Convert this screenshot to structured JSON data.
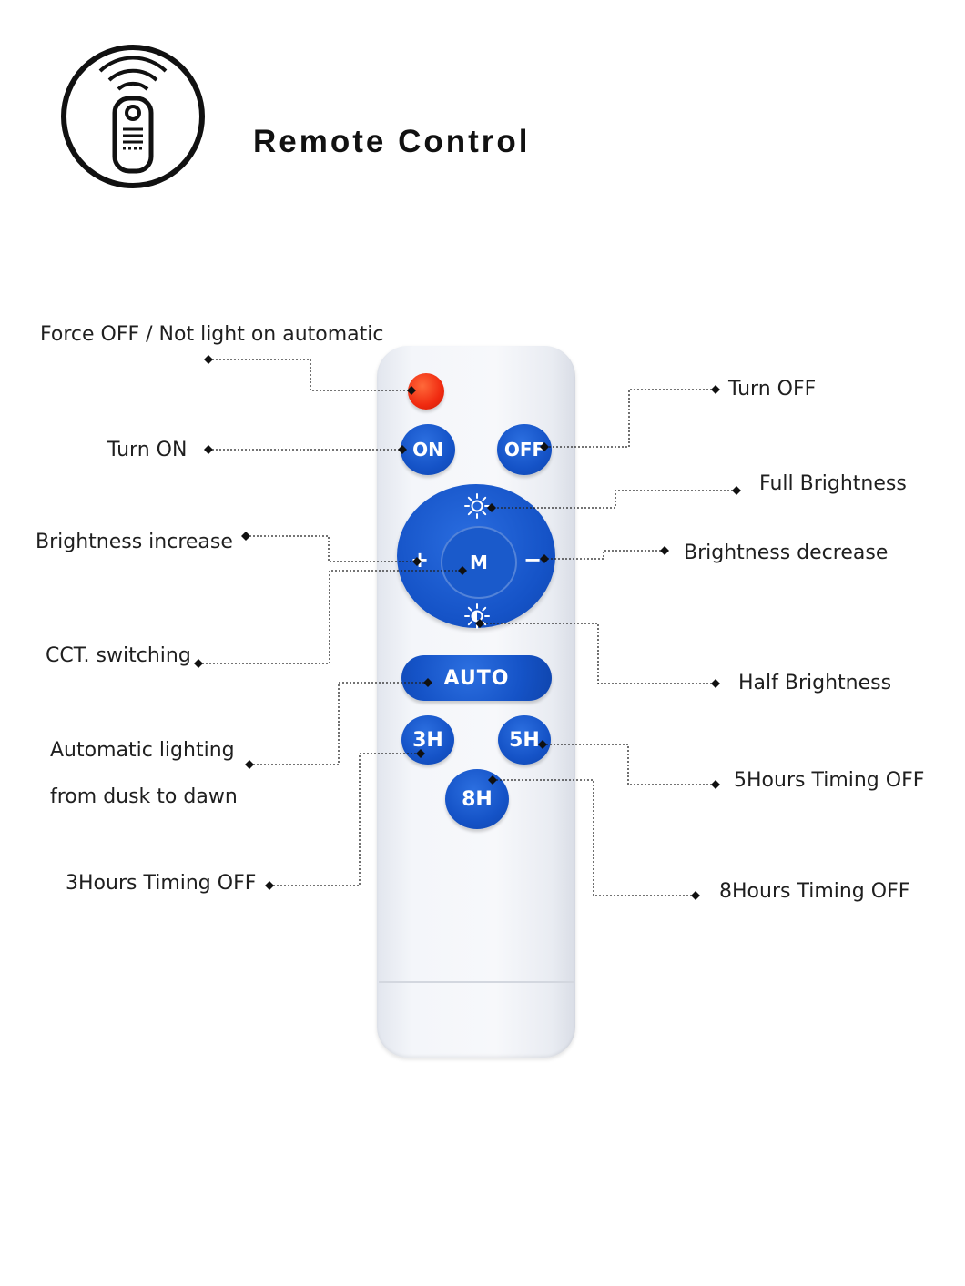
{
  "header": {
    "title": "Remote Control",
    "icon": "remote-control-icon"
  },
  "remote": {
    "buttons": {
      "force_off": "",
      "on": "ON",
      "off": "OFF",
      "mode": "M",
      "plus": "+",
      "minus": "−",
      "auto": "AUTO",
      "h3": "3H",
      "h5": "5H",
      "h8": "8H"
    },
    "icons": {
      "full_brightness": "sun-icon",
      "half_brightness": "half-sun-icon"
    },
    "colors": {
      "button_blue": "#1553c7",
      "force_off_red": "#f02a10",
      "body": "#f4f6fa"
    }
  },
  "labels": {
    "force_off": "Force OFF / Not light on automatic",
    "turn_on": "Turn ON",
    "brightness_increase": "Brightness increase",
    "cct_switching": "CCT. switching",
    "auto_line1": "Automatic lighting",
    "auto_line2": "from dusk to dawn",
    "timing_3h": "3Hours Timing OFF",
    "turn_off": "Turn OFF",
    "full_brightness": "Full Brightness",
    "brightness_decrease": "Brightness decrease",
    "half_brightness": "Half Brightness",
    "timing_5h": "5Hours Timing OFF",
    "timing_8h": "8Hours Timing OFF"
  }
}
